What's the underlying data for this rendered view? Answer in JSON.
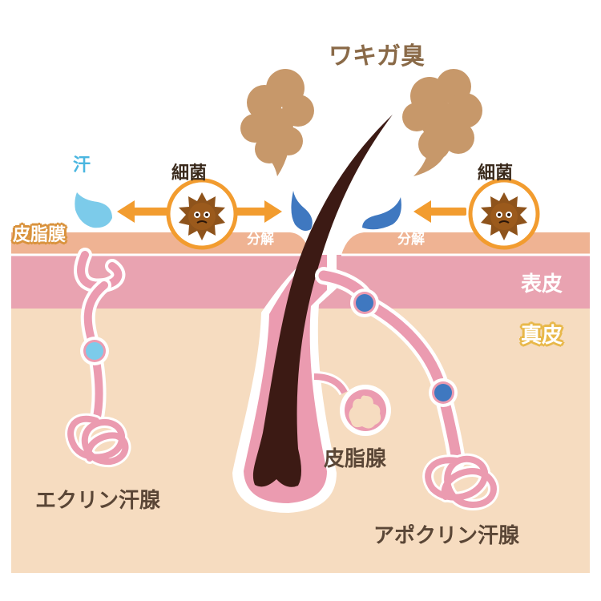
{
  "labels": {
    "odor": "ワキガ臭",
    "bacteria_left": "細菌",
    "bacteria_right": "細菌",
    "sweat": "汗",
    "decomposition_left": "分解",
    "decomposition_right": "分解",
    "sebum_film": "皮脂膜",
    "epidermis": "表皮",
    "dermis": "真皮",
    "sebaceous_gland": "皮脂腺",
    "eccrine_gland": "エクリン汗腺",
    "apocrine_gland": "アポクリン汗腺"
  },
  "colors": {
    "skin_surface": "#efb393",
    "epidermis": "#e9a3b1",
    "dermis": "#f6dcc0",
    "gland_pink": "#f1a9bd",
    "hair": "#3c1a14",
    "odor_cloud": "#c7986a",
    "arrow_orange": "#f29c2f",
    "bacteria_brown": "#9b5a1c",
    "sweat_blue": "#7ccbea",
    "apocrine_blue": "#3f78c0"
  }
}
